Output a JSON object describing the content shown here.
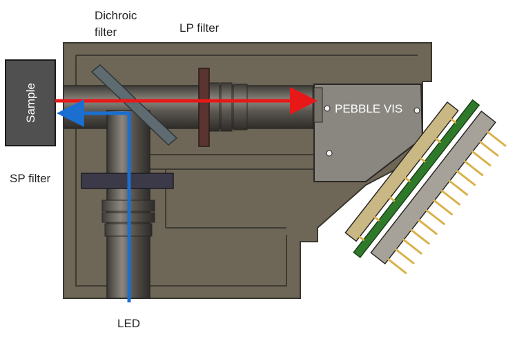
{
  "labels": {
    "dichroic_line1": "Dichroic",
    "dichroic_line2": "filter",
    "lp_filter": "LP filter",
    "sample": "Sample",
    "sp_filter": "SP filter",
    "led": "LED",
    "pebble": "PEBBLE VIS"
  },
  "colors": {
    "housing": "#6e6657",
    "housing_edge": "#3a372f",
    "tube": "#4d4a45",
    "sample_box": "#505050",
    "dichroic": "#5e6b70",
    "lp_filter": "#5a3430",
    "sp_filter": "#3c3a48",
    "pcb": "#2f7a2a",
    "pins": "#d9b24a",
    "red_beam": "#e81818",
    "blue_beam": "#1a6fd1"
  }
}
